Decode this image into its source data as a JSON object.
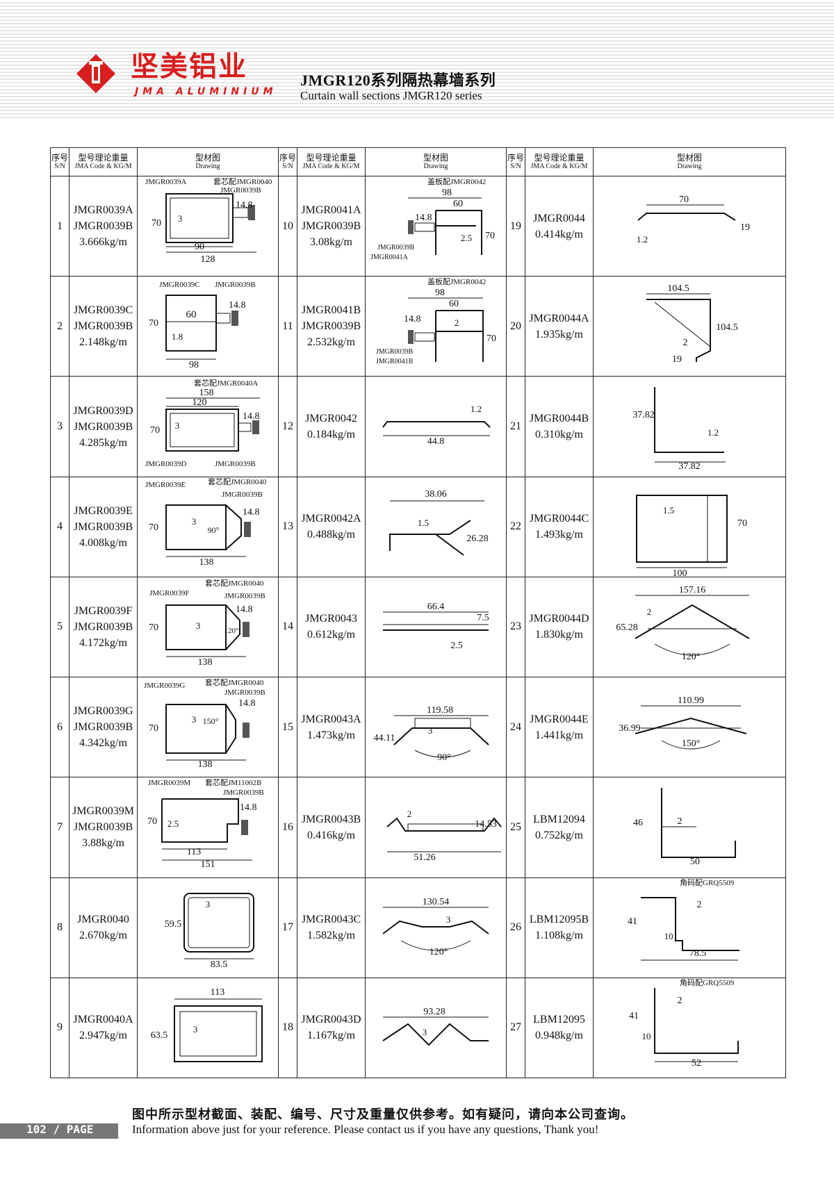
{
  "header": {
    "brand_cn": "坚美铝业",
    "brand_en": "JMA ALUMINIUM",
    "title": "JMGR120系列隔热幕墙系列",
    "subtitle": "Curtain wall sections JMGR120 series"
  },
  "table_header": {
    "sn_cn": "序号",
    "sn_en": "S/N",
    "code_cn": "型号理论重量",
    "code_en": "JMA Code & KG/M",
    "draw_cn": "型材图",
    "draw_en": "Drawing"
  },
  "rows": [
    {
      "sn": "1",
      "codes": [
        "JMGR0039A",
        "JMGR0039B"
      ],
      "weight": "3.666kg/m",
      "labels": [
        "JMGR0039A",
        "套芯配JMGR0040",
        "JMGR0039B",
        "14.8",
        "70",
        "3",
        "90",
        "128"
      ]
    },
    {
      "sn": "2",
      "codes": [
        "JMGR0039C",
        "JMGR0039B"
      ],
      "weight": "2.148kg/m",
      "labels": [
        "JMGR0039C",
        "JMGR0039B",
        "60",
        "14.8",
        "70",
        "1.8",
        "98"
      ]
    },
    {
      "sn": "3",
      "codes": [
        "JMGR0039D",
        "JMGR0039B"
      ],
      "weight": "4.285kg/m",
      "labels": [
        "套芯配JMGR0040A",
        "158",
        "120",
        "14.8",
        "70",
        "3",
        "JMGR0039D",
        "JMGR0039B"
      ]
    },
    {
      "sn": "4",
      "codes": [
        "JMGR0039E",
        "JMGR0039B"
      ],
      "weight": "4.008kg/m",
      "labels": [
        "JMGR0039E",
        "套芯配JMGR0040",
        "JMGR0039B",
        "14.8",
        "70",
        "3",
        "90°",
        "138"
      ]
    },
    {
      "sn": "5",
      "codes": [
        "JMGR0039F",
        "JMGR0039B"
      ],
      "weight": "4.172kg/m",
      "labels": [
        "JMGR0039F",
        "套芯配JMGR0040",
        "JMGR0039B",
        "14.8",
        "70",
        "3",
        "120°",
        "138"
      ]
    },
    {
      "sn": "6",
      "codes": [
        "JMGR0039G",
        "JMGR0039B"
      ],
      "weight": "4.342kg/m",
      "labels": [
        "JMGR0039G",
        "套芯配JMGR0040",
        "JMGR0039B",
        "14.8",
        "70",
        "3",
        "150°",
        "138"
      ]
    },
    {
      "sn": "7",
      "codes": [
        "JMGR0039M",
        "JMGR0039B"
      ],
      "weight": "3.88kg/m",
      "labels": [
        "JMGR0039M",
        "套芯配JM11002B",
        "JMGR0039B",
        "14.8",
        "70",
        "2.5",
        "113",
        "151"
      ]
    },
    {
      "sn": "8",
      "codes": [
        "JMGR0040"
      ],
      "weight": "2.670kg/m",
      "labels": [
        "3",
        "59.5",
        "83.5"
      ]
    },
    {
      "sn": "9",
      "codes": [
        "JMGR0040A"
      ],
      "weight": "2.947kg/m",
      "labels": [
        "113",
        "3",
        "63.5"
      ]
    },
    {
      "sn": "10",
      "codes": [
        "JMGR0041A",
        "JMGR0039B"
      ],
      "weight": "3.08kg/m",
      "labels": [
        "盖板配JMGR0042",
        "98",
        "60",
        "14.8",
        "2.5",
        "70",
        "JMGR0039B",
        "JMGR0041A"
      ]
    },
    {
      "sn": "11",
      "codes": [
        "JMGR0041B",
        "JMGR0039B"
      ],
      "weight": "2.532kg/m",
      "labels": [
        "盖板配JMGR0042",
        "98",
        "60",
        "14.8",
        "2",
        "70",
        "JMGR0039B",
        "JMGR0041B"
      ]
    },
    {
      "sn": "12",
      "codes": [
        "JMGR0042"
      ],
      "weight": "0.184kg/m",
      "labels": [
        "1.2",
        "44.8"
      ]
    },
    {
      "sn": "13",
      "codes": [
        "JMGR0042A"
      ],
      "weight": "0.488kg/m",
      "labels": [
        "38.06",
        "1.5",
        "26.28"
      ]
    },
    {
      "sn": "14",
      "codes": [
        "JMGR0043"
      ],
      "weight": "0.612kg/m",
      "labels": [
        "66.4",
        "7.5",
        "2.5"
      ]
    },
    {
      "sn": "15",
      "codes": [
        "JMGR0043A"
      ],
      "weight": "1.473kg/m",
      "labels": [
        "119.58",
        "3",
        "44.11",
        "90°"
      ]
    },
    {
      "sn": "16",
      "codes": [
        "JMGR0043B"
      ],
      "weight": "0.416kg/m",
      "labels": [
        "2",
        "14.53",
        "51.26"
      ]
    },
    {
      "sn": "17",
      "codes": [
        "JMGR0043C"
      ],
      "weight": "1.582kg/m",
      "labels": [
        "130.54",
        "3",
        "120°"
      ]
    },
    {
      "sn": "18",
      "codes": [
        "JMGR0043D"
      ],
      "weight": "1.167kg/m",
      "labels": [
        "93.28",
        "3"
      ]
    },
    {
      "sn": "19",
      "codes": [
        "JMGR0044"
      ],
      "weight": "0.414kg/m",
      "labels": [
        "70",
        "1.2",
        "19"
      ]
    },
    {
      "sn": "20",
      "codes": [
        "JMGR0044A"
      ],
      "weight": "1.935kg/m",
      "labels": [
        "104.5",
        "104.5",
        "2",
        "19"
      ]
    },
    {
      "sn": "21",
      "codes": [
        "JMGR0044B"
      ],
      "weight": "0.310kg/m",
      "labels": [
        "37.82",
        "1.2",
        "37.82"
      ]
    },
    {
      "sn": "22",
      "codes": [
        "JMGR0044C"
      ],
      "weight": "1.493kg/m",
      "labels": [
        "1.5",
        "70",
        "100"
      ]
    },
    {
      "sn": "23",
      "codes": [
        "JMGR0044D"
      ],
      "weight": "1.830kg/m",
      "labels": [
        "157.16",
        "2",
        "65.28",
        "120°"
      ]
    },
    {
      "sn": "24",
      "codes": [
        "JMGR0044E"
      ],
      "weight": "1.441kg/m",
      "labels": [
        "110.99",
        "36.99",
        "150°"
      ]
    },
    {
      "sn": "25",
      "codes": [
        "LBM12094"
      ],
      "weight": "0.752kg/m",
      "labels": [
        "46",
        "2",
        "50"
      ]
    },
    {
      "sn": "26",
      "codes": [
        "LBM12095B"
      ],
      "weight": "1.108kg/m",
      "labels": [
        "角码配GRQ5509",
        "2",
        "41",
        "10",
        "78.5"
      ]
    },
    {
      "sn": "27",
      "codes": [
        "LBM12095"
      ],
      "weight": "0.948kg/m",
      "labels": [
        "角码配GRQ5509",
        "2",
        "41",
        "10",
        "52"
      ]
    }
  ],
  "footer": {
    "cn": "图中所示型材截面、装配、编号、尺寸及重量仅供参考。如有疑问，请向本公司查询。",
    "en": "Information above just for your reference. Please contact us if you have any questions, Thank you!",
    "page": "102 / PAGE"
  }
}
